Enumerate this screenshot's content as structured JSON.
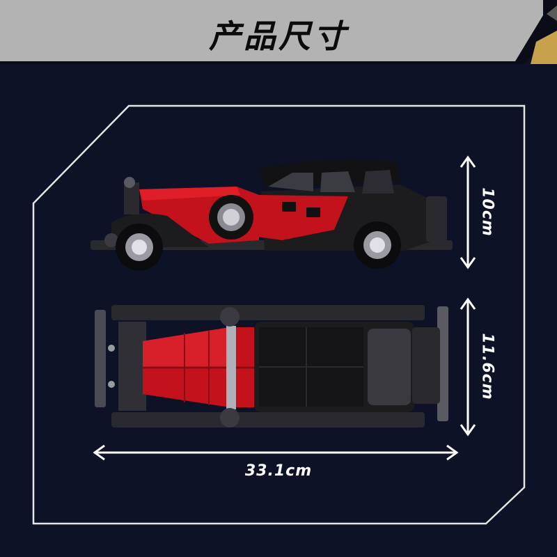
{
  "title": "产品尺寸",
  "dimensions": {
    "height": "10cm",
    "width": "11.6cm",
    "length": "33.1cm"
  },
  "colors": {
    "background": "#0e1226",
    "banner": "#b3b3b3",
    "accent": "#c8a24a",
    "frame": "#e6e6e6",
    "car_body": "#1c1c1e",
    "car_red": "#c4121c"
  },
  "icons": [
    "car-side-view-image",
    "car-top-view-image",
    "double-arrow-icon"
  ]
}
